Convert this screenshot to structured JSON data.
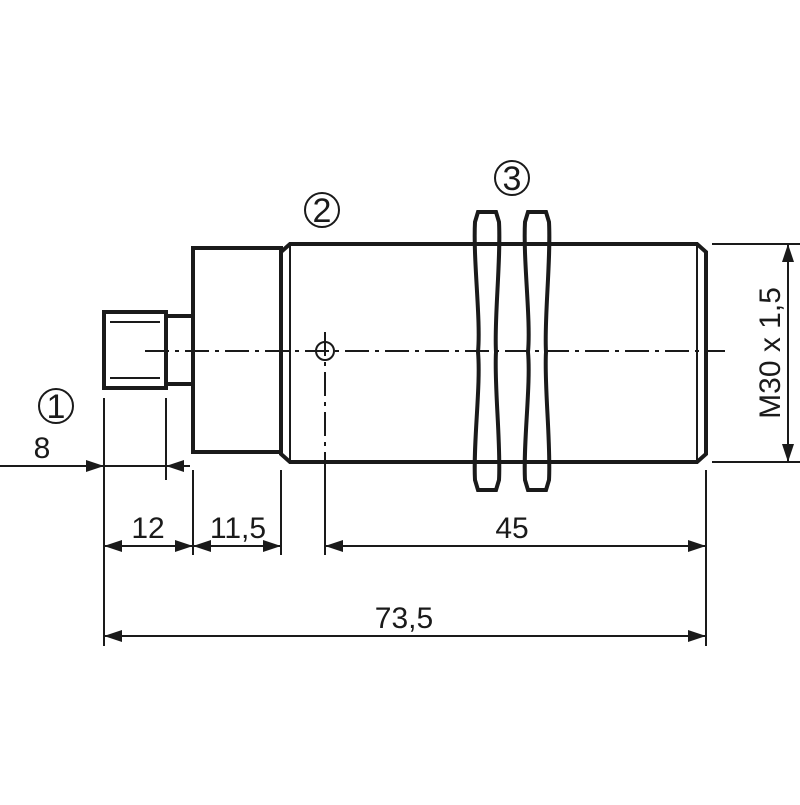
{
  "callouts": [
    {
      "number": "1"
    },
    {
      "number": "2"
    },
    {
      "number": "3"
    }
  ],
  "dimensions": {
    "connector_length": "8",
    "section_a": "12",
    "section_b": "11,5",
    "thread_length": "45",
    "total_length": "73,5",
    "thread_size": "M30 x 1,5"
  }
}
